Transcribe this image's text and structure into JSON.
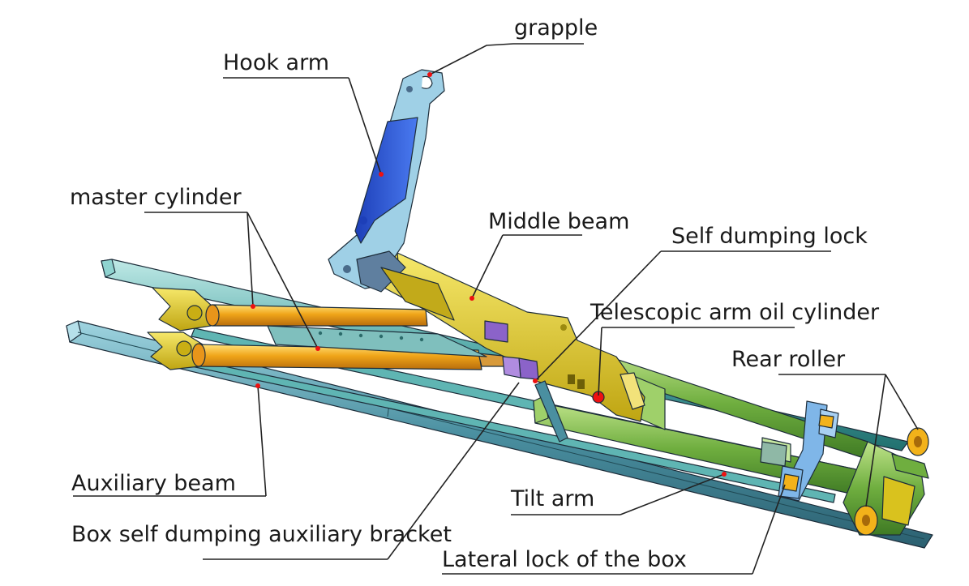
{
  "labels": {
    "grapple": "grapple",
    "hook_arm": "Hook arm",
    "master_cylinder": "master cylinder",
    "middle_beam": "Middle beam",
    "self_dumping_lock": "Self dumping lock",
    "telescopic_arm_oil_cylinder": "Telescopic arm oil cylinder",
    "rear_roller": "Rear roller",
    "auxiliary_beam": "Auxiliary beam",
    "tilt_arm": "Tilt arm",
    "box_self_dumping_auxiliary_bracket": "Box self dumping auxiliary bracket",
    "lateral_lock_of_the_box": "Lateral lock of the box"
  },
  "colors": {
    "rail": "#2f8a8a",
    "rail_light": "#8fd3d0",
    "aux_beam": "#4a8fa0",
    "hook_arm_blue": "#2a5bd7",
    "hook_arm_light": "#9fd0e6",
    "middle_beam": "#d9c21e",
    "cylinder": "#f0a519",
    "tilt_arm": "#6fae3f",
    "bracket_purple": "#8b63c9",
    "lock_blue": "#7fb6e8",
    "roller": "#f2b21a",
    "callout_dot": "#e11111"
  }
}
